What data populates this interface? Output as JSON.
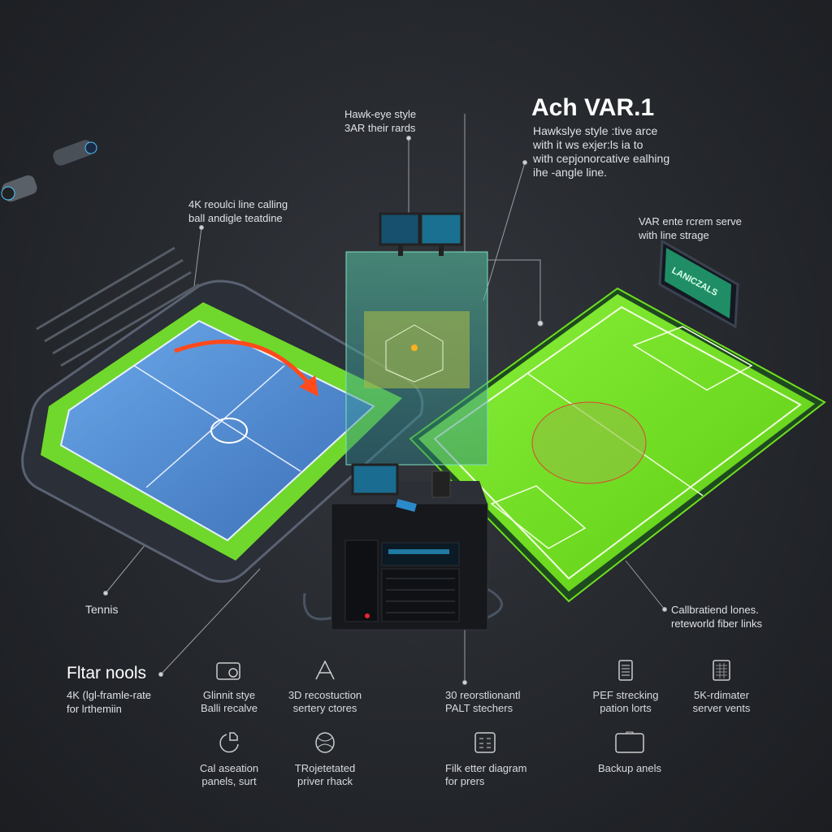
{
  "header": {
    "title": "Ach VAR.1",
    "description": [
      "Hawkslye style :tive arce",
      "with it ws exjer:ls ia to",
      "with cepjonorcative ealhing",
      "ihe -angle line."
    ]
  },
  "callouts": {
    "hawkeye": [
      "Hawk-eye style",
      "3AR their rards"
    ],
    "line_calling": [
      "4K reoulci line calling",
      "ball andigle teatdine"
    ],
    "var_server": [
      "VAR ente rcrem serve",
      "with line strage"
    ],
    "tennis": "Tennis",
    "calibrated": [
      "Callbratiend lones.",
      "reteworld fiber links"
    ]
  },
  "scoreboard": {
    "text": "LANICZALS"
  },
  "features_section": {
    "title": "Fltar nools",
    "subtitle": [
      "4K (lgl-framle-rate",
      "for lrthemiin"
    ]
  },
  "features": [
    {
      "icon": "camera-icon",
      "lines": [
        "Glinnit stye",
        "Balli recalve"
      ]
    },
    {
      "icon": "triangulation-icon",
      "lines": [
        "3D recostuction",
        "sertery ctores"
      ]
    },
    {
      "icon": "reconstruction-icon",
      "lines": [
        "30 reorstlionantl",
        "PALT stechers"
      ]
    },
    {
      "icon": "document-icon",
      "lines": [
        "PEF strecking",
        "pation lorts"
      ]
    },
    {
      "icon": "server-grid-icon",
      "lines": [
        "5K-rdimater",
        "server vents"
      ]
    },
    {
      "icon": "calibration-icon",
      "lines": [
        "Cal aseation",
        "panels, surt"
      ]
    },
    {
      "icon": "trajectory-icon",
      "lines": [
        "TRojetetated",
        "priver rhack"
      ]
    },
    {
      "icon": "fiber-diagram-icon",
      "lines": [
        "Filk etter diagram",
        "for prers"
      ]
    },
    {
      "icon": "backup-icon",
      "lines": [
        "Backup anels"
      ]
    }
  ],
  "colors": {
    "tennis_court": "#5b8fd6",
    "grass": "#6fe01f",
    "glass": "#3fb39a",
    "arrow": "#ff4a1c"
  }
}
